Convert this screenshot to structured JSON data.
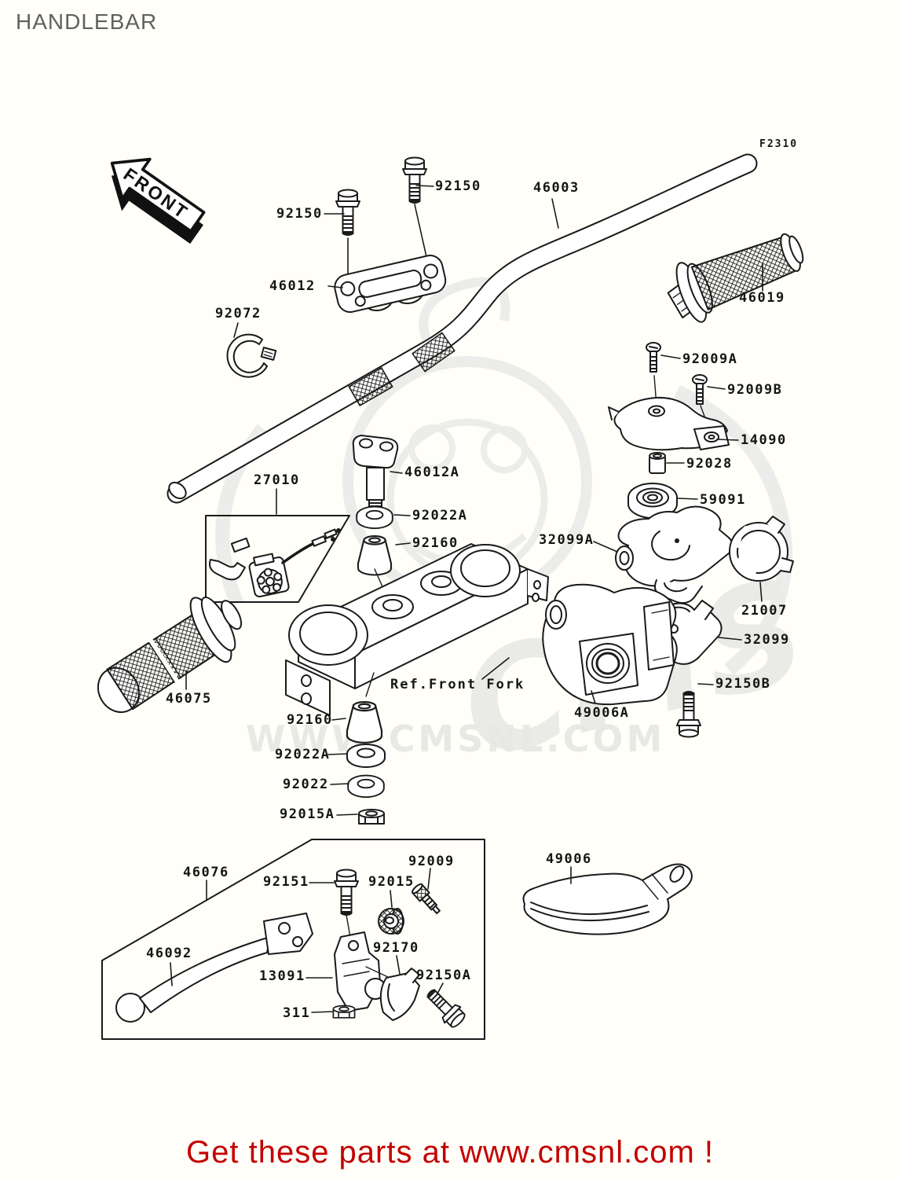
{
  "page": {
    "title": "HANDLEBAR",
    "figure_code": "F2310",
    "front_label": "FRONT",
    "ref_label": "Ref.Front Fork",
    "footer_text": "Get these parts at www.cmsnl.com !"
  },
  "watermark": {
    "brand": "CMS",
    "url_text": "WWW.CMSNL.COM"
  },
  "colors": {
    "background": "#fffef8",
    "line_black": "#1a1a1a",
    "title_gray": "#616161",
    "footer_red": "#c40000",
    "watermark_gray": "#eaeae6"
  },
  "parts": [
    {
      "id": "92150"
    },
    {
      "id": "92150"
    },
    {
      "id": "46003"
    },
    {
      "id": "46019"
    },
    {
      "id": "46012"
    },
    {
      "id": "92072"
    },
    {
      "id": "92009A"
    },
    {
      "id": "92009B"
    },
    {
      "id": "14090"
    },
    {
      "id": "92028"
    },
    {
      "id": "59091"
    },
    {
      "id": "27010"
    },
    {
      "id": "46012A"
    },
    {
      "id": "92022A"
    },
    {
      "id": "92160"
    },
    {
      "id": "32099A"
    },
    {
      "id": "21007"
    },
    {
      "id": "32099"
    },
    {
      "id": "92150B"
    },
    {
      "id": "46075"
    },
    {
      "id": "49006A"
    },
    {
      "id": "92160"
    },
    {
      "id": "92022A"
    },
    {
      "id": "92022"
    },
    {
      "id": "92015A"
    },
    {
      "id": "46076"
    },
    {
      "id": "92151"
    },
    {
      "id": "92009"
    },
    {
      "id": "92015"
    },
    {
      "id": "92170"
    },
    {
      "id": "13091"
    },
    {
      "id": "46092"
    },
    {
      "id": "311"
    },
    {
      "id": "92150A"
    },
    {
      "id": "49006"
    }
  ]
}
